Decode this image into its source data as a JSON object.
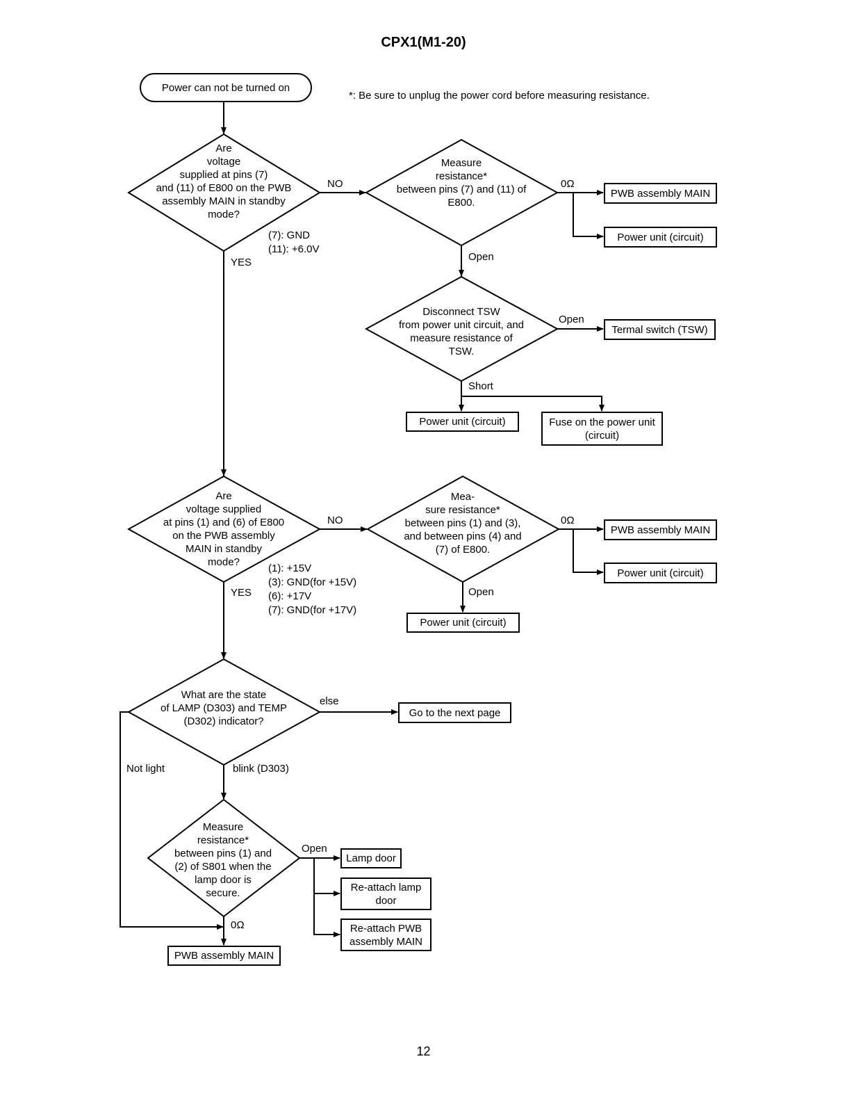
{
  "page": {
    "title": "CPX1(M1-20)",
    "page_number": "12",
    "note": "*: Be sure to unplug the power cord before measuring resistance."
  },
  "nodes": {
    "start": "Power can not be turned on",
    "d1": "Are\nvoltage\nsupplied at pins (7)\nand (11) of E800 on the PWB\nassembly MAIN in standby\nmode?",
    "d1_note": "(7): GND\n(11): +6.0V",
    "d2": "Measure\nresistance*\nbetween pins (7) and (11) of\nE800.",
    "d3": "Disconnect TSW\nfrom power unit circuit, and\nmeasure resistance of\nTSW.",
    "d4": "Are\nvoltage supplied\nat pins (1) and (6) of E800\non the PWB assembly\nMAIN in standby\nmode?",
    "d4_note": "(1): +15V\n(3): GND(for +15V)\n(6): +17V\n(7): GND(for +17V)",
    "d5": "Mea-\nsure resistance*\nbetween pins (1) and (3),\nand between pins (4) and\n(7) of E800.",
    "d6": "What are the state\nof LAMP (D303) and TEMP\n(D302) indicator?",
    "d7": "Measure\nresistance*\nbetween pins (1) and\n(2) of S801 when the\nlamp door is\nsecure.",
    "b_pwb1": "PWB assembly MAIN",
    "b_pu1": "Power unit (circuit)",
    "b_tsw": "Termal switch (TSW)",
    "b_pu2": "Power unit (circuit)",
    "b_fuse": "Fuse on the power unit\n(circuit)",
    "b_pwb2": "PWB assembly MAIN",
    "b_pu3": "Power unit (circuit)",
    "b_pu4": "Power unit (circuit)",
    "b_next": "Go to the next page",
    "b_lamp": "Lamp door",
    "b_reattach_lamp": "Re-attach lamp\ndoor",
    "b_reattach_pwb": "Re-attach PWB\nassembly MAIN",
    "b_pwb3": "PWB assembly MAIN"
  },
  "labels": {
    "d1_no": "NO",
    "d1_yes": "YES",
    "d2_zero": "0Ω",
    "d2_open": "Open",
    "d3_open": "Open",
    "d3_short": "Short",
    "d4_no": "NO",
    "d4_yes": "YES",
    "d5_zero": "0Ω",
    "d5_open": "Open",
    "d6_else": "else",
    "d6_blink": "blink (D303)",
    "d6_notlight": "Not light",
    "d7_open": "Open",
    "d7_zero": "0Ω"
  }
}
